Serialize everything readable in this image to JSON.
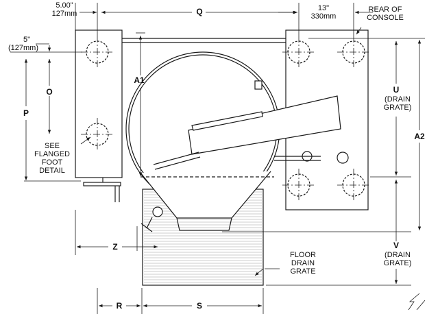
{
  "labels": {
    "dim_500": "5.00\"",
    "dim_127mm": "127mm",
    "q": "Q",
    "dim_13": "13\"",
    "dim_330mm": "330mm",
    "rear_console": "REAR OF\nCONSOLE",
    "dim_5": "5\"",
    "dim_127mm_paren": "(127mm)",
    "a1": "A1",
    "o": "O",
    "p": "P",
    "u": "U",
    "u_drain": "(DRAIN\nGRATE)",
    "a2": "A2",
    "see_flanged": "SEE\nFLANGED\nFOOT\nDETAIL",
    "z": "Z",
    "v": "V",
    "v_drain": "(DRAIN\nGRATE)",
    "floor_drain": "FLOOR\nDRAIN\nGRATE",
    "r": "R",
    "s": "S"
  },
  "colors": {
    "line": "#1a1a1a",
    "hatch": "#9a9a9a"
  }
}
